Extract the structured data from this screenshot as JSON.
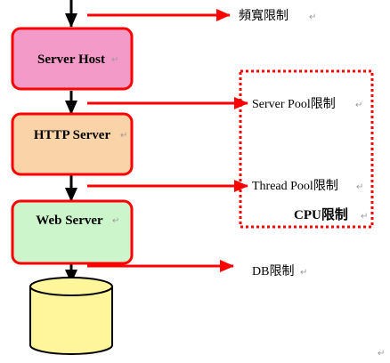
{
  "diagram": {
    "components": [
      {
        "id": "server-host",
        "label": "Server Host",
        "fill": "#f39ac8"
      },
      {
        "id": "http-server",
        "label": "HTTP Server",
        "fill": "#fbd3a8"
      },
      {
        "id": "web-server",
        "label": "Web Server",
        "fill": "#ccf5cc"
      }
    ],
    "database": {
      "fill": "#fff59a"
    },
    "limits": {
      "bandwidth": "頻寬限制",
      "server_pool": "Server Pool限制",
      "thread_pool": "Thread Pool限制",
      "db": "DB限制"
    },
    "cpu_group": {
      "label": "CPU限制"
    },
    "colors": {
      "border": "#ff0000",
      "arrow_red": "#ff0000",
      "arrow_black": "#000000",
      "dotted_box": "#ff0000"
    },
    "paragraph_mark": "↵"
  }
}
